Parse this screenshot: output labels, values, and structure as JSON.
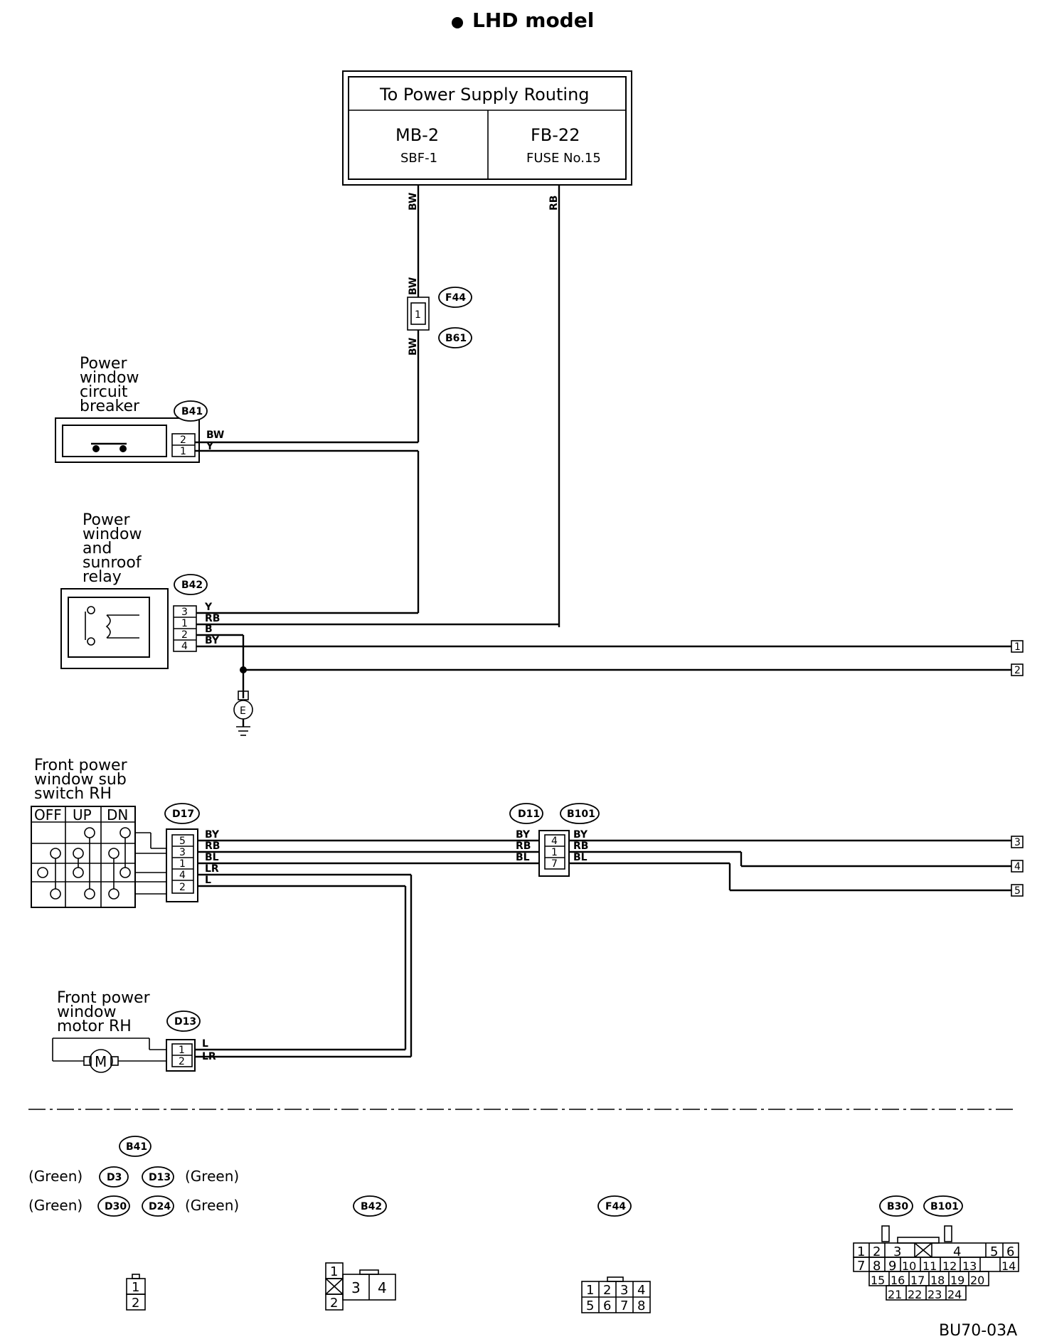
{
  "title": "LHD model",
  "supply": {
    "header": "To Power Supply Routing",
    "left_main": "MB-2",
    "left_sub": "SBF-1",
    "right_main": "FB-22",
    "right_sub": "FUSE No.15"
  },
  "connectors": {
    "f44": "F44",
    "b61": "B61",
    "b41": "B41",
    "b42": "B42",
    "d17": "D17",
    "d11": "D11",
    "b101": "B101",
    "d13": "D13",
    "d3": "D3",
    "d30": "D30",
    "d24": "D24",
    "b30": "B30",
    "ground": "E"
  },
  "components": {
    "breaker": [
      "Power",
      "window",
      "circuit",
      "breaker"
    ],
    "relay": [
      "Power",
      "window",
      "and",
      "sunroof",
      "relay"
    ],
    "subswitch": [
      "Front power",
      "window sub",
      "switch RH"
    ],
    "motor": [
      "Front power",
      "window",
      "motor RH"
    ]
  },
  "switch_header": [
    "OFF",
    "UP",
    "DN"
  ],
  "wires": {
    "bw": "BW",
    "rb": "RB",
    "y": "Y",
    "b": "B",
    "by": "BY",
    "bl": "BL",
    "lr": "LR",
    "l": "L"
  },
  "pins": {
    "b41": [
      "2",
      "1"
    ],
    "b42": [
      "3",
      "1",
      "2",
      "4"
    ],
    "d17": [
      "5",
      "3",
      "1",
      "4",
      "2"
    ],
    "d11": [
      "4",
      "1",
      "7"
    ],
    "d13": [
      "1",
      "2"
    ],
    "f44": "1"
  },
  "terminals": [
    "1",
    "2",
    "3",
    "4",
    "5"
  ],
  "legend": {
    "green": "(Green)",
    "b42_pins": [
      "1",
      "3",
      "4",
      "2"
    ],
    "f44_top": [
      "1",
      "2",
      "3",
      "4"
    ],
    "f44_bottom": [
      "5",
      "6",
      "7",
      "8"
    ],
    "small_pins": [
      "1",
      "2"
    ],
    "b30_row1": [
      "1",
      "2",
      "3",
      "4",
      "5",
      "6"
    ],
    "b30_row2": [
      "7",
      "8",
      "9",
      "10",
      "11",
      "12",
      "13",
      "14"
    ],
    "b30_row3": [
      "15",
      "16",
      "17",
      "18",
      "19",
      "20"
    ],
    "b30_row4": [
      "21",
      "22",
      "23",
      "24"
    ]
  },
  "code": "BU70-03A"
}
